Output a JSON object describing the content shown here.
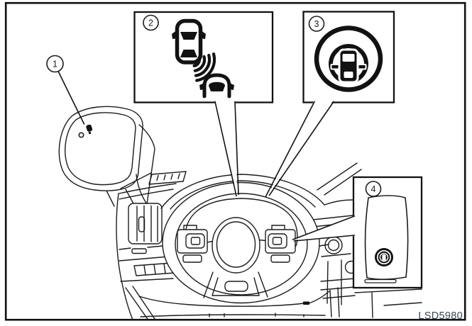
{
  "figure": {
    "type": "owner-manual-illustration",
    "subject": "blind-spot-warning-system-component-locations",
    "background_color": "#ffffff",
    "line_color": "#1c1c1c",
    "code": {
      "text": "LSD5980",
      "color": "#3c4552"
    },
    "callouts": [
      {
        "label": "1",
        "target": "outside-mirror-indicator",
        "icon": "mirror-warning-light-icon"
      },
      {
        "label": "2",
        "target": "side-radar-detection-zone",
        "icon": "vehicle-with-radar-waves-icon"
      },
      {
        "label": "3",
        "target": "instrument-cluster-indicator",
        "icon": "car-in-circle-warning-icon"
      },
      {
        "label": "4",
        "target": "system-switch-panel",
        "icon": "warning-system-button-icon"
      }
    ]
  }
}
